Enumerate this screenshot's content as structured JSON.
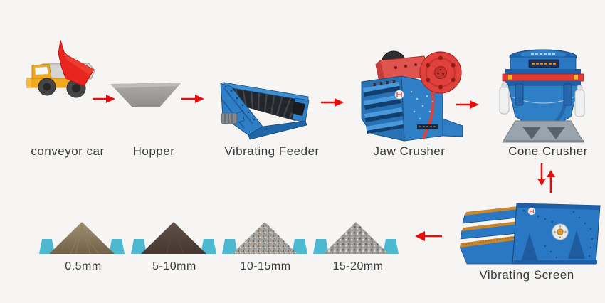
{
  "stages": {
    "conveyor_car": {
      "label": "conveyor car"
    },
    "hopper": {
      "label": "Hopper"
    },
    "vibrating_feeder": {
      "label": "Vibrating Feeder"
    },
    "jaw_crusher": {
      "label": "Jaw Crusher"
    },
    "cone_crusher": {
      "label": "Cone Crusher"
    },
    "vibrating_screen": {
      "label": "Vibrating Screen"
    }
  },
  "products": [
    {
      "label": "0.5mm"
    },
    {
      "label": "5-10mm"
    },
    {
      "label": "10-15mm"
    },
    {
      "label": "15-20mm"
    }
  ],
  "colors": {
    "background": "#f6f5f3",
    "arrow_red": "#e60d0d",
    "machine_blue": "#2e7fc6",
    "machine_blue_dark": "#1d5fa8",
    "flywheel_red": "#e0413d",
    "hopper_gray": "#9b9b99",
    "truck_yellow": "#f0a81c",
    "dump_bed_red": "#e8251f",
    "teal_block": "#4cb9d1",
    "deck_orange": "#c8872f",
    "base_gray": "#9aa4ac",
    "pile_sand_brown": "#8d7c5e",
    "pile_dark_brown": "#57473f",
    "pile_gravel_gray": "#a6a5a1",
    "label_text": "#3a3a3a"
  }
}
